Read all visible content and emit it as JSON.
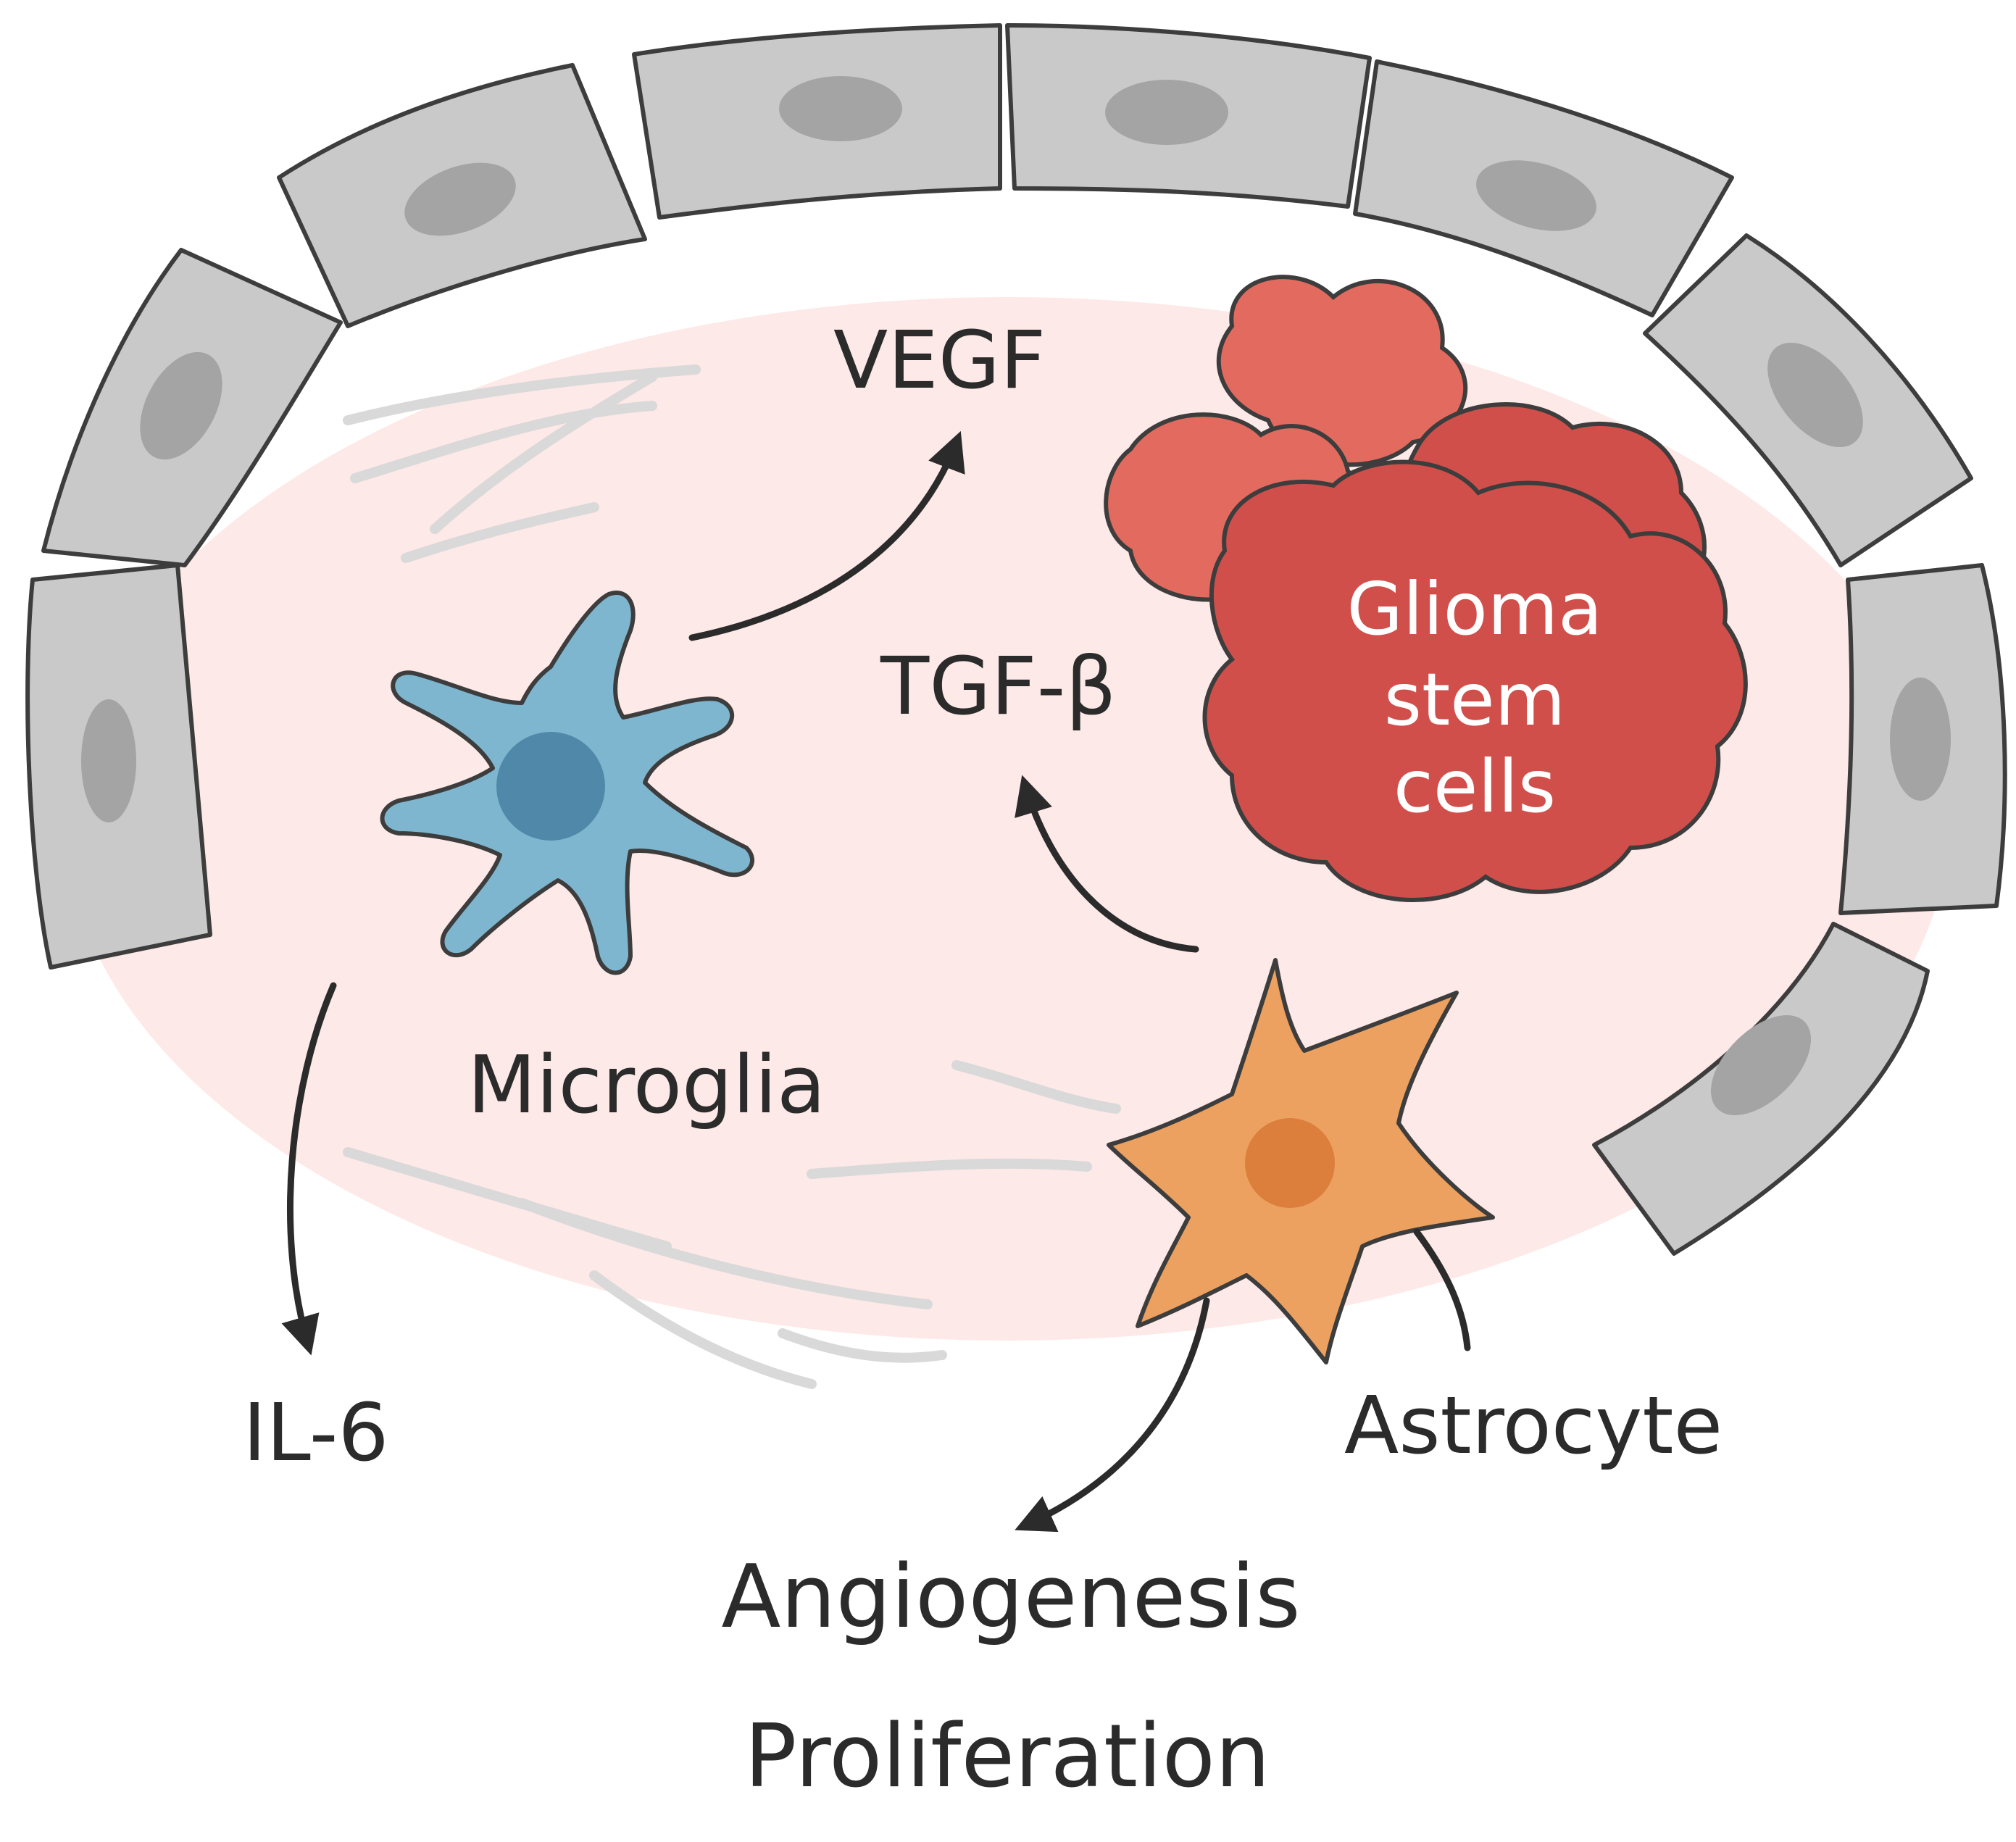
{
  "labels": {
    "vegf": "VEGF",
    "tgf_beta": "TGF-β",
    "glioma_line1": "Glioma",
    "glioma_line2": "stem",
    "glioma_line3": "cells",
    "microglia": "Microglia",
    "il6": "IL-6",
    "astrocyte": "Astrocyte",
    "angiogenesis": "Angiogenesis",
    "proliferation": "Proliferation"
  },
  "colors": {
    "lumen": "#fde9e7",
    "endothelial_cell": "#c9c9c9",
    "endothelial_nucleus": "#a4a4a4",
    "outline": "#3d3d3d",
    "microglia": "#7fb6cf",
    "microglia_nucleus": "#4f88a8",
    "astrocyte": "#eca160",
    "astrocyte_nucleus": "#dc7e3c",
    "glioma_light": "#e36a5e",
    "glioma": "#d14f4b",
    "fibers": "#d9d9d9",
    "arrow": "#2b2b2b"
  }
}
